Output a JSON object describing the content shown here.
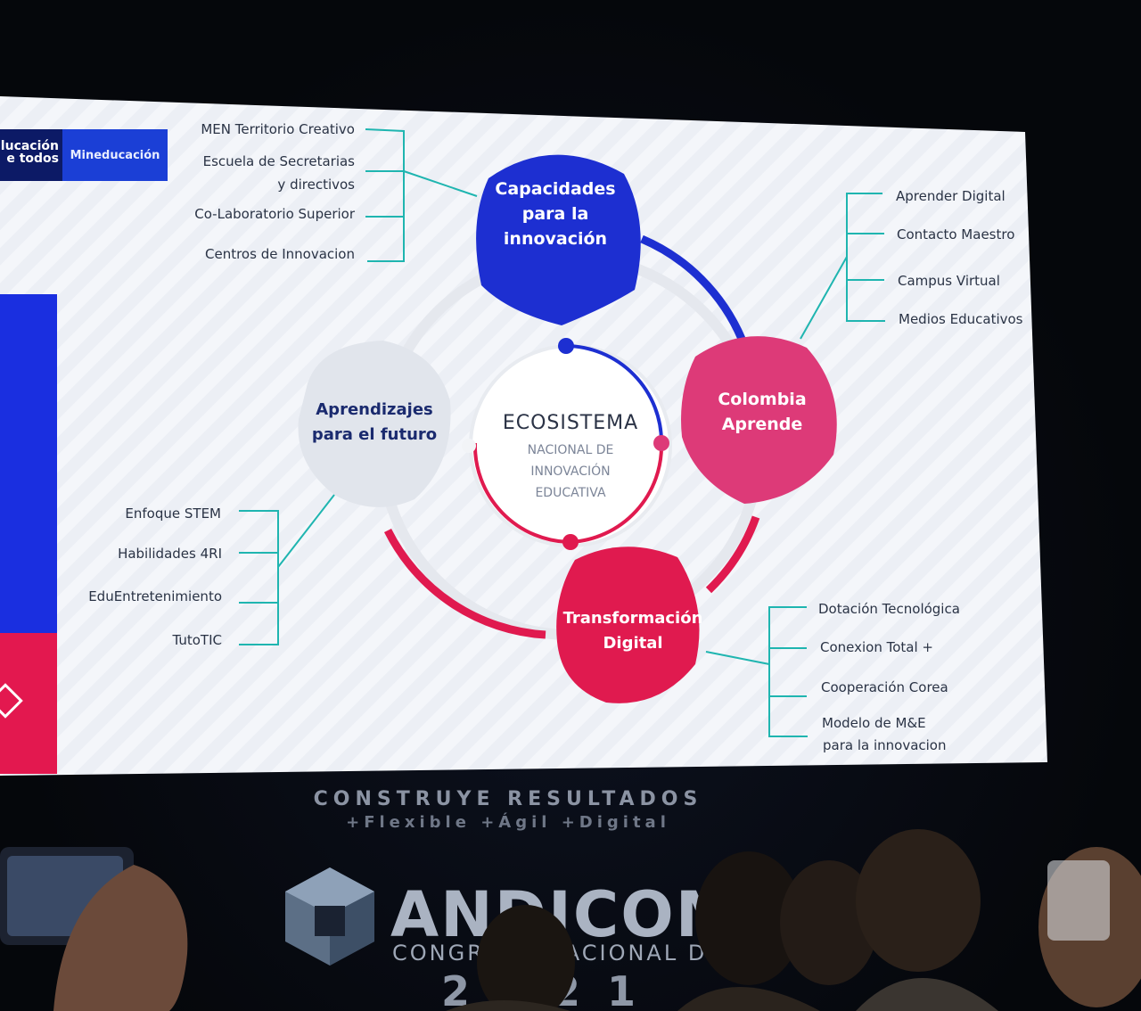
{
  "slide": {
    "logo_left": "lucación\ne todos",
    "logo_right": "Mineducación"
  },
  "center": {
    "title": "ECOSISTEMA",
    "subtitle_lines": [
      "NACIONAL DE",
      "INNOVACIÓN",
      "EDUCATIVA"
    ]
  },
  "nodes": {
    "capacidades": {
      "label_lines": [
        "Capacidades",
        "para la",
        "innovación"
      ],
      "color": "#1d2fd1"
    },
    "colombia": {
      "label_lines": [
        "Colombia",
        "Aprende"
      ],
      "color": "#dd3a78"
    },
    "transformacion": {
      "label_lines": [
        "Transformación",
        "Digital"
      ],
      "color": "#e01a4f"
    },
    "aprendizajes": {
      "label_lines": [
        "Aprendizajes",
        "para el futuro"
      ],
      "color": "#dfe3ea"
    }
  },
  "branches": {
    "capacidades": [
      "MEN Territorio Creativo",
      "Escuela de Secretarias",
      "y directivos",
      "Co-Laboratorio Superior",
      "Centros de Innovacion"
    ],
    "colombia": [
      "Aprender Digital",
      "Contacto Maestro",
      "Campus Virtual",
      "Medios Educativos"
    ],
    "aprendizajes": [
      "Enfoque STEM",
      "Habilidades 4RI",
      "EduEntretenimiento",
      "TutoTIC"
    ],
    "transformacion": [
      "Dotación Tecnológica",
      "Conexion Total +",
      "Cooperación Corea",
      "Modelo de M&E",
      "para la innovacion"
    ]
  },
  "venue": {
    "tagline": "CONSTRUYE RESULTADOS",
    "tagline_sub": "+Flexible +Ágil +Digital",
    "brand": "ANDICOM",
    "brand_sub": "CONGRESO NACIONAL DE",
    "year": "2021"
  },
  "colors": {
    "connector": "#1fb5b0",
    "ring_blue": "#1d2fd1",
    "ring_pink": "#e01a4f",
    "ring_light": "#e5e8ee"
  }
}
